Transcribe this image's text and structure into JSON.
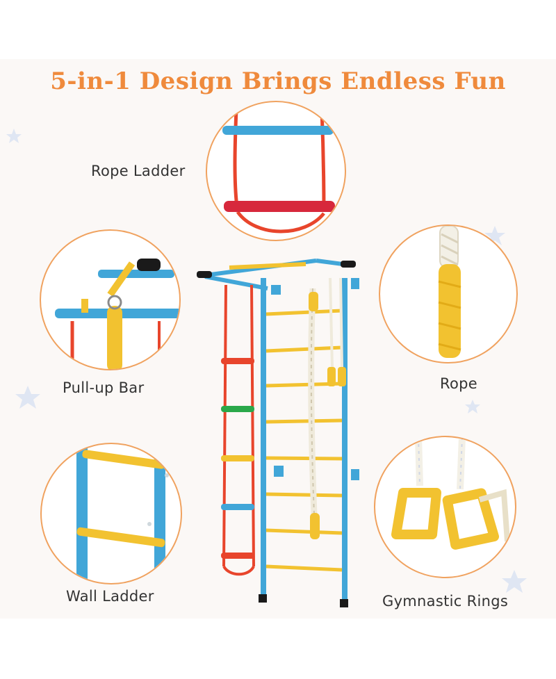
{
  "title": "5-in-1 Design Brings Endless Fun",
  "features": {
    "rope_ladder": "Rope Ladder",
    "pull_up_bar": "Pull-up Bar",
    "rope": "Rope",
    "wall_ladder": "Wall Ladder",
    "gymnastic_rings": "Gymnastic Rings"
  },
  "colors": {
    "accent_orange": "#ef8a3c",
    "frame_blue": "#41a6d8",
    "rung_yellow": "#f2c230",
    "rope_red": "#e8452c",
    "rung_green": "#2aa84a"
  }
}
